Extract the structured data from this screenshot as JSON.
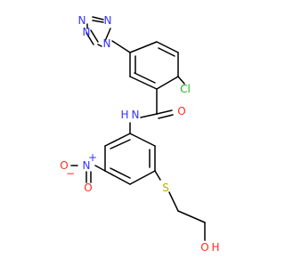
{
  "colors": {
    "bond": "#000000",
    "nitrogen": "#3333ff",
    "oxygen": "#ff2a1f",
    "chlorine": "#1fb81f",
    "sulfur": "#b2b200",
    "background": "#ffffff"
  },
  "atom_labels": {
    "tetrazole_n1": "N",
    "tetrazole_n2": "N",
    "tetrazole_n3": "N",
    "tetrazole_n4": "N",
    "chlorine": "Cl",
    "amide_oxygen": "O",
    "amide_nh": "N",
    "amide_h": "H",
    "nitro_n": "N",
    "nitro_plus": "+",
    "nitro_o_left": "O",
    "nitro_o_minus": "−",
    "nitro_o_down": "O",
    "sulfur": "S",
    "hydroxyl_o": "O",
    "hydroxyl_h": "H"
  }
}
